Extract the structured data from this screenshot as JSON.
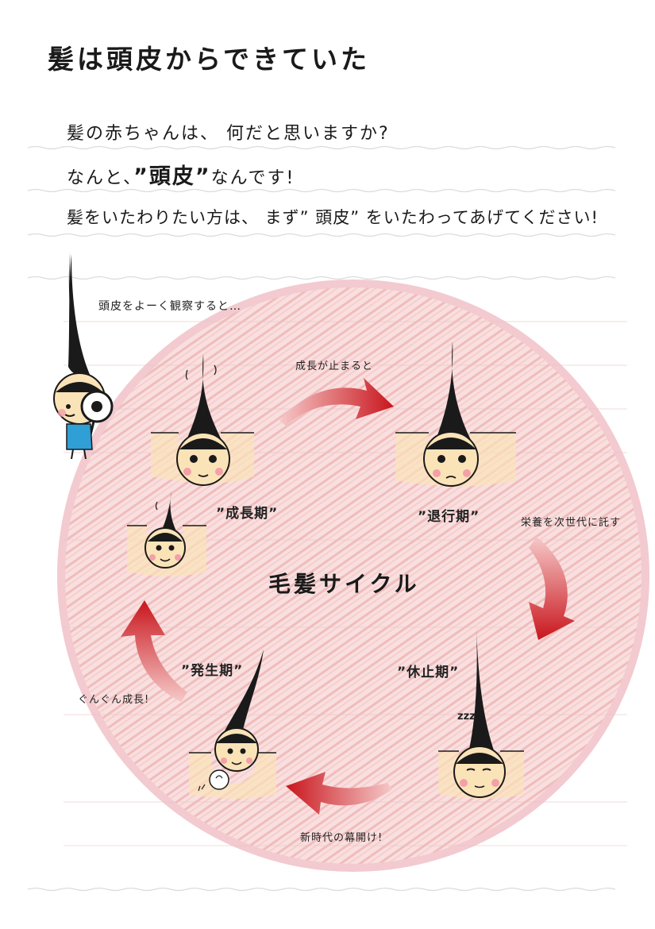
{
  "title": "髪は頭皮からできていた",
  "intro": {
    "line1": "髪の赤ちゃんは、 何だと思いますか?",
    "line2_pre": "なんと、",
    "line2_em": "”頭皮”",
    "line2_post": "なんです!",
    "line3": "髪をいたわりたい方は、 まず” 頭皮” をいたわってあげてください!"
  },
  "diagram": {
    "observe_caption": "頭皮をよーく観察すると…",
    "center_title": "毛髪サイクル",
    "phases": {
      "growth": "”成長期”",
      "regression": "”退行期”",
      "rest": "”休止期”",
      "emergence": "”発生期”"
    },
    "transitions": {
      "growth_to_regression": "成長が止まると",
      "regression_to_rest": "栄養を次世代に託す",
      "rest_to_emergence": "新時代の幕開け!",
      "emergence_to_growth": "ぐんぐん成長!"
    },
    "sleep_mark": "zzz"
  },
  "colors": {
    "circle_fill": "#f9dede",
    "circle_hatch": "#f0b9b9",
    "circle_border": "#f2c8cd",
    "arrow_red": "#c8161d",
    "skin": "#fbe3b8",
    "hair": "#1a1a1a",
    "cheek": "#f3a0a8",
    "shirt": "#2f9fd6",
    "ruled_line": "#dcdcdc"
  }
}
